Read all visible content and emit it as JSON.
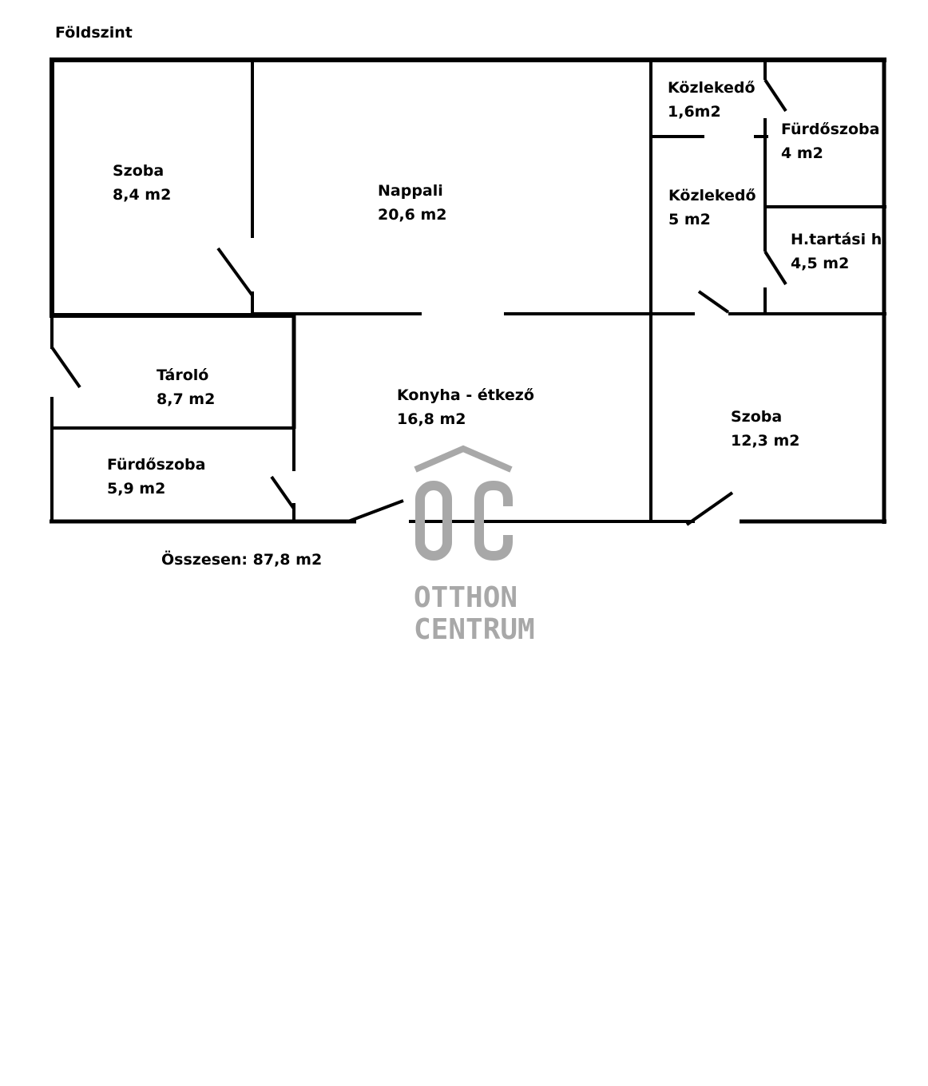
{
  "plan": {
    "floor_title": "Földszint",
    "total_area": "Összesen: 87,8 m2",
    "wall_color": "#000000",
    "rooms": [
      {
        "name": "Szoba",
        "area": "8,4 m2"
      },
      {
        "name": "Nappali",
        "area": "20,6 m2"
      },
      {
        "name": "Közlekedő",
        "area": "1,6m2"
      },
      {
        "name": "Fürdőszoba",
        "area": "4 m2"
      },
      {
        "name": "Közlekedő",
        "area": "5 m2"
      },
      {
        "name": "H.tartási h.",
        "area": "4,5 m2"
      },
      {
        "name": "Tároló",
        "area": "8,7 m2"
      },
      {
        "name": "Konyha - étkező",
        "area": "16,8 m2"
      },
      {
        "name": "Fürdőszoba",
        "area": "5,9 m2"
      },
      {
        "name": "Szoba",
        "area": "12,3 m2"
      }
    ]
  },
  "watermark": {
    "brand_line1": "OTTHON",
    "brand_line2": "CENTRUM",
    "color": "#a8a8a8",
    "logo_icon": "oc-house-logo-icon"
  }
}
